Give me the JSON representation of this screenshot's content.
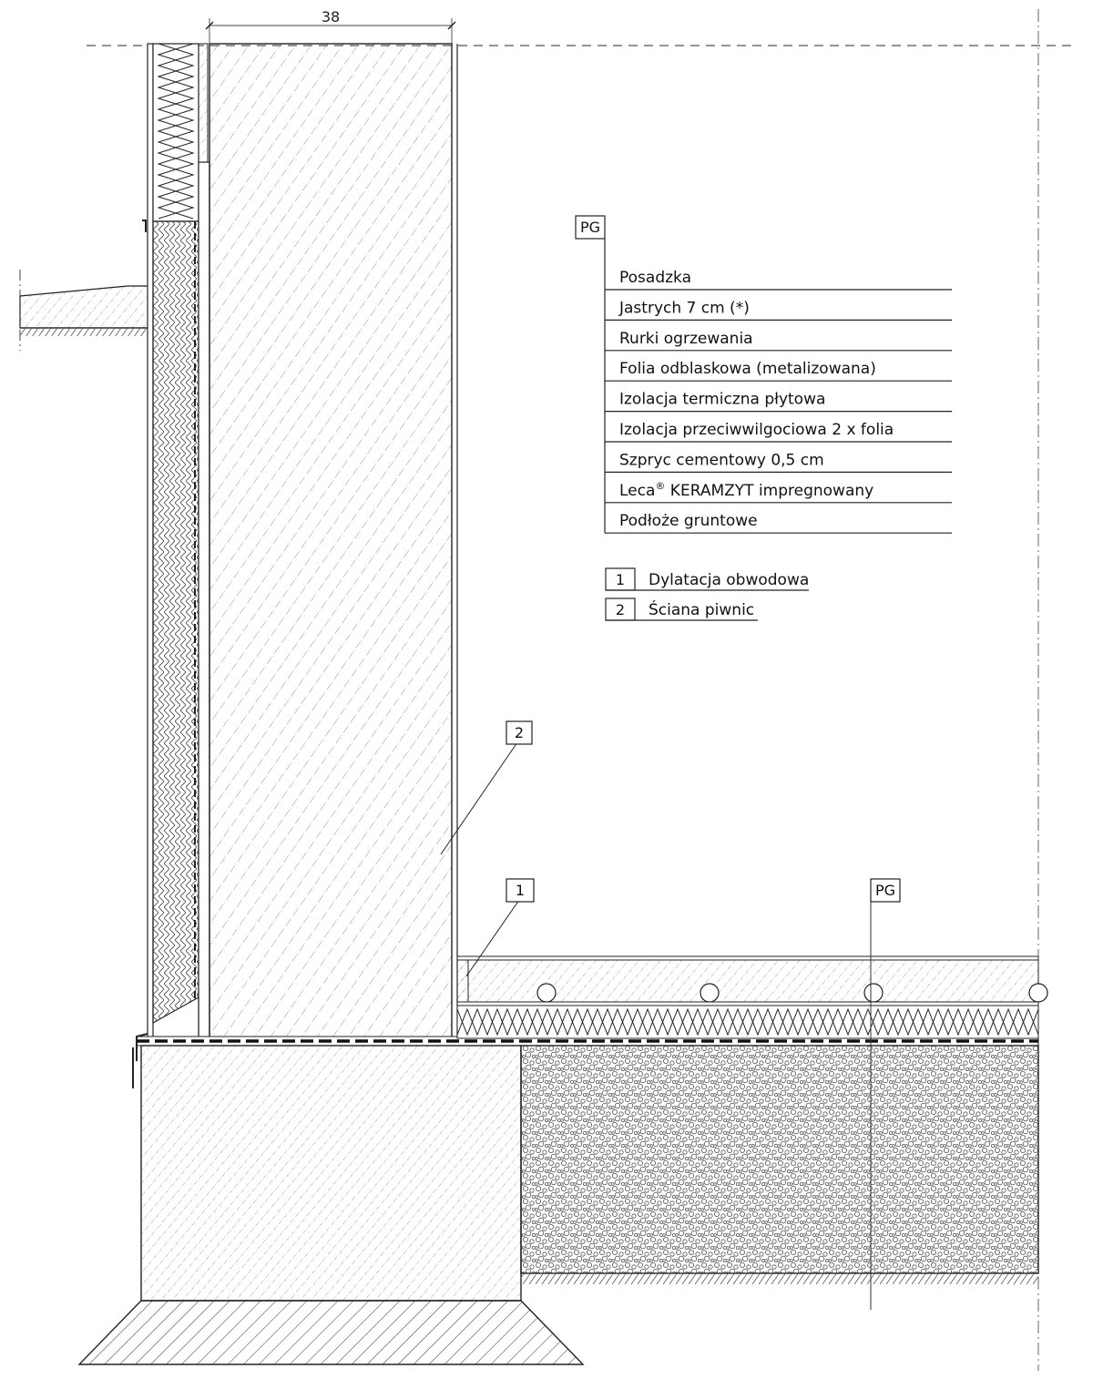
{
  "dimension": {
    "wall_width": "38"
  },
  "section_tag": "PG",
  "floor_layers": [
    "Posadzka",
    "Jastrych 7 cm (*)",
    "Rurki ogrzewania",
    "Folia odblaskowa (metalizowana)",
    "Izolacja termiczna płytowa",
    "Izolacja przeciwwilgociowa 2 x folia",
    "Szpryc cementowy 0,5 cm",
    "Leca",
    "Podłoże gruntowe"
  ],
  "leca_layer": {
    "brand": "Leca",
    "mark": "®",
    "rest": " KERAMZYT impregnowany"
  },
  "legend": [
    {
      "num": "1",
      "label": "Dylatacja obwodowa"
    },
    {
      "num": "2",
      "label": "Ściana piwnic"
    }
  ],
  "callouts": {
    "one": "1",
    "two": "2",
    "pg": "PG"
  },
  "colors": {
    "line": "#222222",
    "hatch": "#555555"
  }
}
